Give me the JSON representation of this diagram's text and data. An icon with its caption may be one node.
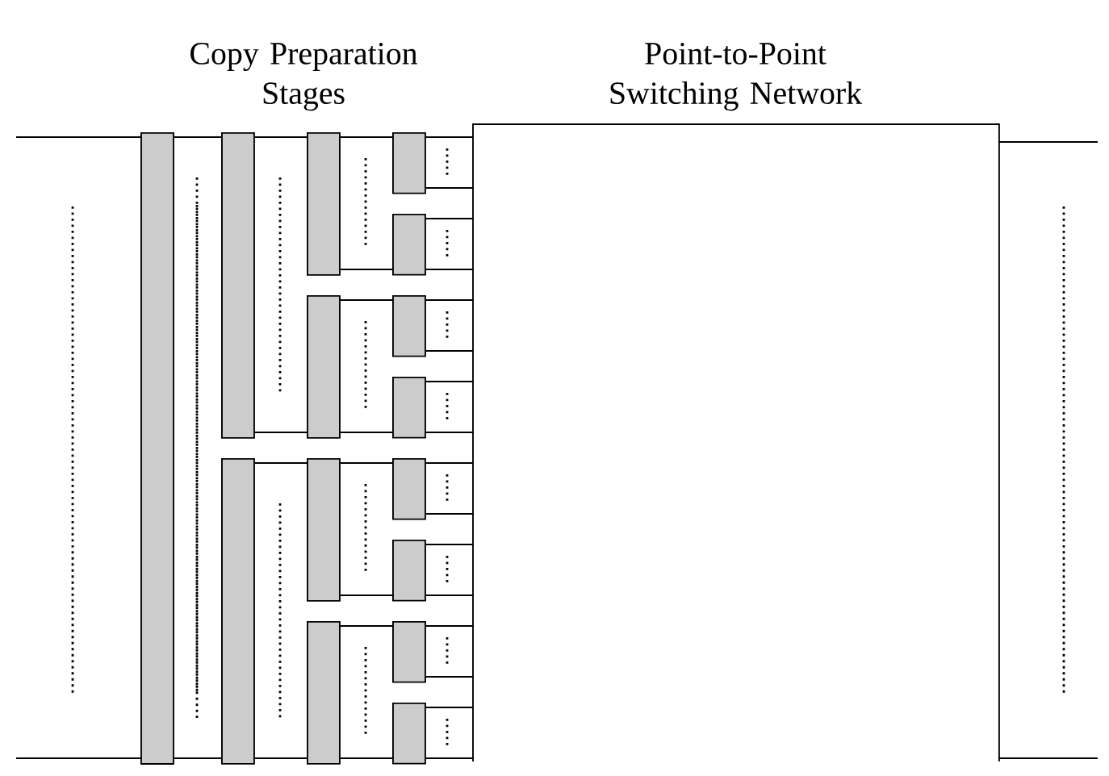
{
  "diagram": {
    "nodes": [
      {
        "text": [],
        "shape": "bar"
      },
      {
        "text": [],
        "shape": "bar"
      },
      {
        "text": [],
        "shape": "bar"
      },
      {
        "text": [],
        "shape": "bar"
      },
      {
        "text": [],
        "shape": "bar"
      },
      {
        "text": [],
        "shape": "bar"
      },
      {
        "text": [],
        "shape": "bar"
      },
      {
        "text": [],
        "shape": "bar"
      },
      {
        "text": [],
        "shape": "bar"
      },
      {
        "text": [],
        "shape": "bar"
      },
      {
        "text": [],
        "shape": "bar"
      },
      {
        "text": [],
        "shape": "bar"
      },
      {
        "text": [],
        "shape": "bar"
      },
      {
        "text": [],
        "shape": "bar"
      },
      {
        "text": [],
        "shape": "bar"
      },
      {
        "text": [
          "Point-to-Point Switching Network"
        ]
      }
    ],
    "edges": [
      {
        "from": null,
        "to": 0,
        "arrow": "none"
      },
      {
        "from": null,
        "to": 0,
        "arrow": "none"
      },
      {
        "from": 0,
        "to": 1,
        "arrow": "none"
      },
      {
        "from": 0,
        "to": 2,
        "arrow": "none"
      },
      {
        "from": 1,
        "to": 3,
        "arrow": "none"
      },
      {
        "from": 1,
        "to": 4,
        "arrow": "none"
      },
      {
        "from": 2,
        "to": 5,
        "arrow": "none"
      },
      {
        "from": 2,
        "to": 6,
        "arrow": "none"
      },
      {
        "from": 3,
        "to": 7,
        "arrow": "none"
      },
      {
        "from": 3,
        "to": 8,
        "arrow": "none"
      },
      {
        "from": 4,
        "to": 9,
        "arrow": "none"
      },
      {
        "from": 4,
        "to": 10,
        "arrow": "none"
      },
      {
        "from": 5,
        "to": 11,
        "arrow": "none"
      },
      {
        "from": 5,
        "to": 12,
        "arrow": "none"
      },
      {
        "from": 6,
        "to": 13,
        "arrow": "none"
      },
      {
        "from": 6,
        "to": 14,
        "arrow": "none"
      },
      {
        "from": 7,
        "to": 15,
        "arrow": "none"
      },
      {
        "from": 7,
        "to": 15,
        "arrow": "none"
      },
      {
        "from": 8,
        "to": 15,
        "arrow": "none"
      },
      {
        "from": 8,
        "to": 15,
        "arrow": "none"
      },
      {
        "from": 9,
        "to": 15,
        "arrow": "none"
      },
      {
        "from": 9,
        "to": 15,
        "arrow": "none"
      },
      {
        "from": 10,
        "to": 15,
        "arrow": "none"
      },
      {
        "from": 10,
        "to": 15,
        "arrow": "none"
      },
      {
        "from": 11,
        "to": 15,
        "arrow": "none"
      },
      {
        "from": 11,
        "to": 15,
        "arrow": "none"
      },
      {
        "from": 12,
        "to": 15,
        "arrow": "none"
      },
      {
        "from": 12,
        "to": 15,
        "arrow": "none"
      },
      {
        "from": 13,
        "to": 15,
        "arrow": "none"
      },
      {
        "from": 13,
        "to": 15,
        "arrow": "none"
      },
      {
        "from": 14,
        "to": 15,
        "arrow": "none"
      },
      {
        "from": 14,
        "to": 15,
        "arrow": "none"
      },
      {
        "from": 15,
        "to": null,
        "arrow": "none"
      },
      {
        "from": 15,
        "to": null,
        "arrow": "none"
      }
    ],
    "labels": [
      "Copy Preparation Stages"
    ]
  }
}
